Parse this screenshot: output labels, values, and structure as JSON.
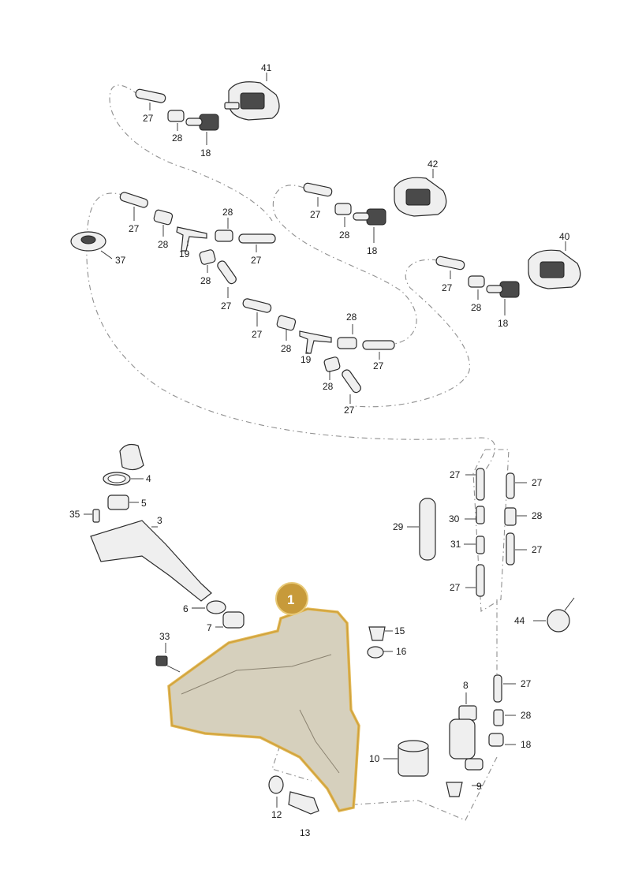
{
  "diagram": {
    "labels": {
      "p41": "41",
      "p42": "42",
      "p40": "40",
      "p27a": "27",
      "p28a": "28",
      "p18a": "18",
      "p27b": "27",
      "p28b": "28",
      "p18b": "18",
      "p27c": "27",
      "p28c": "28",
      "p18c": "18",
      "p27d": "27",
      "p28d": "28",
      "p19a": "19",
      "p28e": "28",
      "p27e": "27",
      "p28f": "28",
      "p27f": "27",
      "p37": "37",
      "p27g": "27",
      "p28g": "28",
      "p19b": "19",
      "p28h": "28",
      "p27h": "27",
      "p28i": "28",
      "p27i": "27",
      "p27j": "27",
      "p27k": "27",
      "p29": "29",
      "p30": "30",
      "p28j": "28",
      "p31": "31",
      "p27l": "27",
      "p27m": "27",
      "p4": "4",
      "p5": "5",
      "p35": "35",
      "p3": "3",
      "p6": "6",
      "p7": "7",
      "p33": "33",
      "p15": "15",
      "p16": "16",
      "p44": "44",
      "p8": "8",
      "p27n": "27",
      "p28k": "28",
      "p18d": "18",
      "p10": "10",
      "p9": "9",
      "p12": "12",
      "p13": "13"
    },
    "badge": "1",
    "colors": {
      "highlight": "#e1ae3b",
      "badge": "#c79a3a",
      "tank": "#d6d0bd"
    }
  }
}
